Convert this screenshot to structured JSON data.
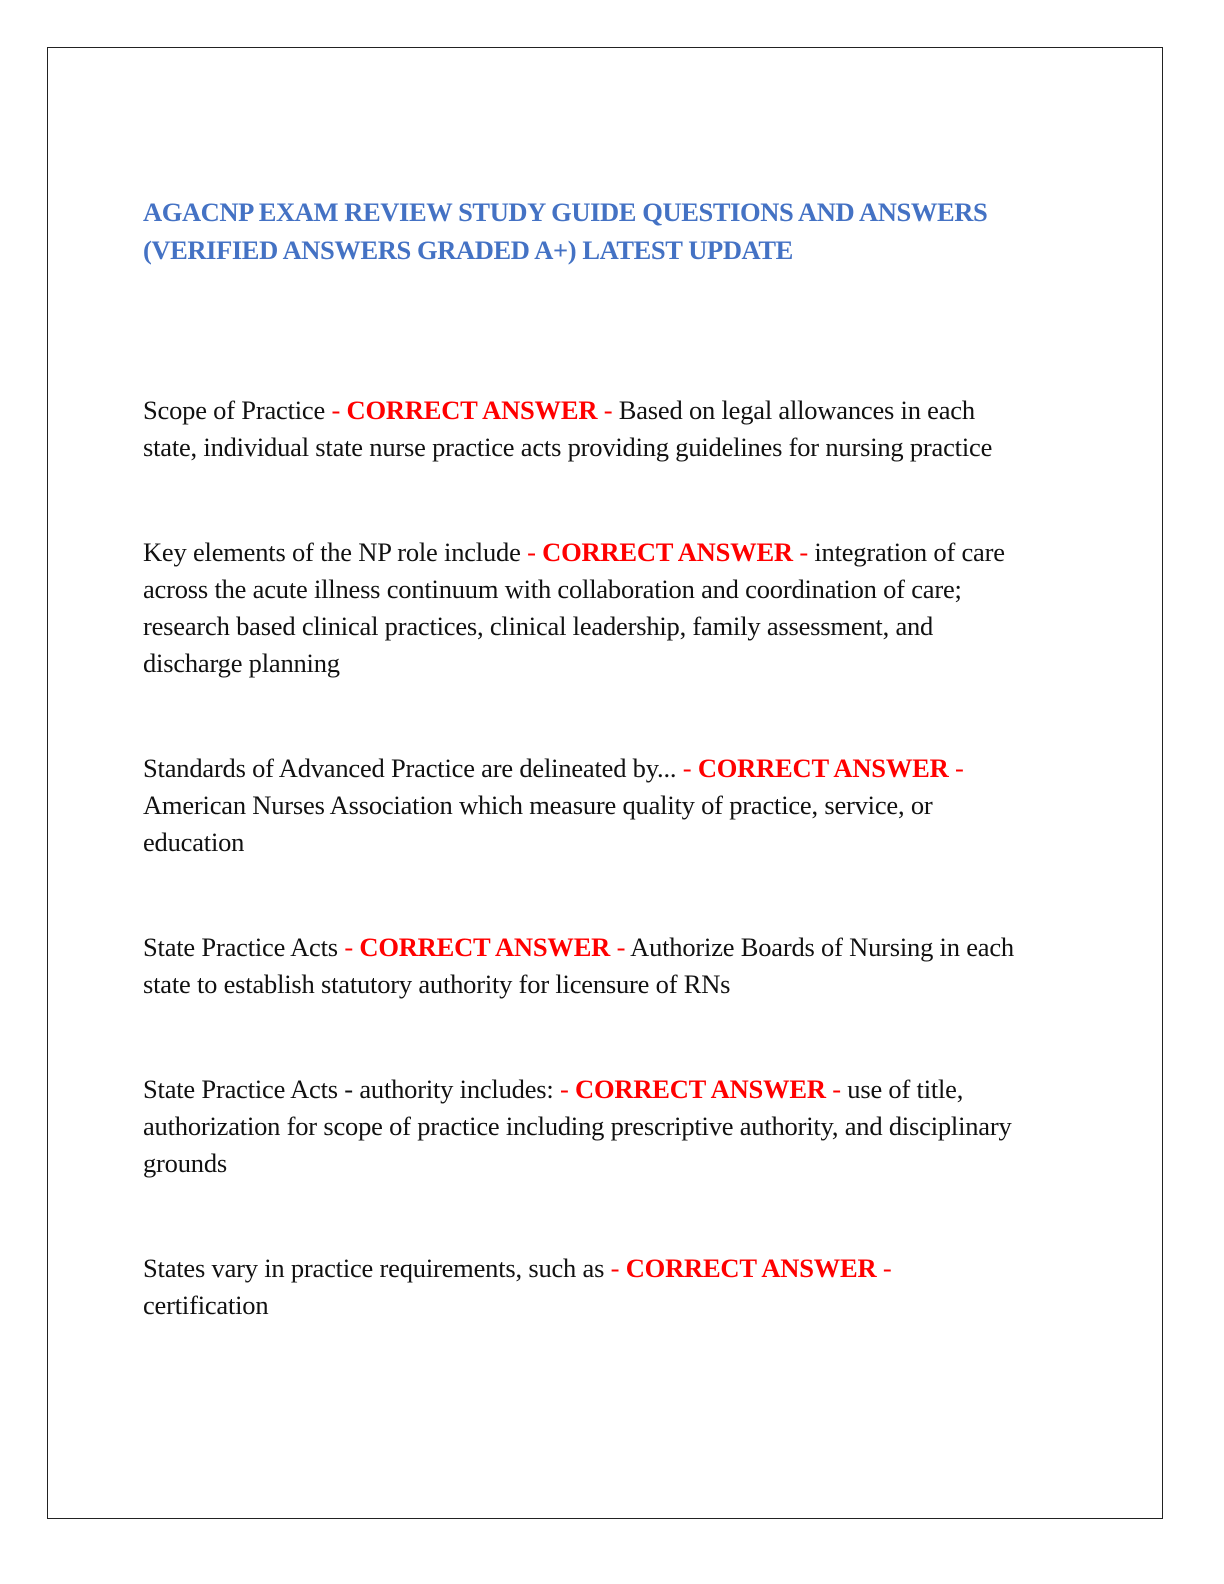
{
  "title": {
    "line1": "AGACNP EXAM REVIEW STUDY GUIDE QUESTIONS AND ANSWERS",
    "line2": "(VERIFIED ANSWERS GRADED A+) LATEST UPDATE"
  },
  "answer_label": "CORRECT ANSWER",
  "separator": "-",
  "colors": {
    "title": "#4472c4",
    "answer_label": "#ff0000",
    "body_text": "#111111"
  },
  "qa": [
    {
      "question": "Scope of Practice",
      "answer_first": "Based on legal allowances in each",
      "answer_rest": [
        "state, individual state nurse practice acts providing guidelines for nursing practice"
      ]
    },
    {
      "question": "Key elements of the NP role include",
      "answer_first": "integration of care",
      "answer_rest": [
        "across the acute illness continuum with collaboration and coordination of care;",
        "research based clinical practices, clinical leadership, family assessment, and",
        "discharge planning"
      ]
    },
    {
      "question": "Standards of Advanced Practice are delineated by...",
      "answer_first": "",
      "answer_rest": [
        "American Nurses Association which measure quality of practice, service, or",
        "education"
      ]
    },
    {
      "question": "State Practice Acts",
      "answer_first": "Authorize Boards of Nursing in each",
      "answer_rest": [
        "state to establish statutory authority for licensure of RNs"
      ]
    },
    {
      "question": "State Practice Acts - authority includes:",
      "answer_first": "use of title,",
      "answer_rest": [
        "authorization for scope of practice including prescriptive authority, and disciplinary",
        "grounds"
      ]
    },
    {
      "question": "States vary in practice requirements, such as",
      "answer_first": "",
      "answer_rest": [
        "certification"
      ]
    }
  ]
}
